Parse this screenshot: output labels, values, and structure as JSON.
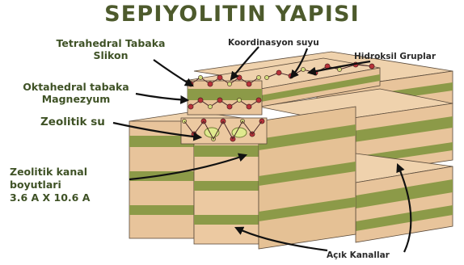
{
  "title": "SEPIYOLITIN YAPISI",
  "labels": {
    "tetrahedral_line1": "Tetrahedral Tabaka",
    "tetrahedral_line2": "Slikon",
    "oktahedral_line1": "Oktahedral tabaka",
    "oktahedral_line2": "Magnezyum",
    "zeolitik_su": "Zeolitik su",
    "kanal_line1": "Zeolitik kanal",
    "kanal_line2": "boyutlari",
    "kanal_line3": "3.6 A X 10.6 A",
    "koordinasyon_suyu": "Koordinasyon suyu",
    "hidroksil": "Hidroksil Gruplar",
    "acik_kanallar": "Açık Kanallar"
  },
  "colors": {
    "title": "#4d5a2c",
    "label": "#3f5226",
    "tan_layer": "#ecc9a1",
    "tan_dark": "#c9a27a",
    "green_layer": "#8c9a48",
    "green_dark": "#6f7c34",
    "atom_red": "#b8323a",
    "atom_green": "#cfdc7a"
  }
}
